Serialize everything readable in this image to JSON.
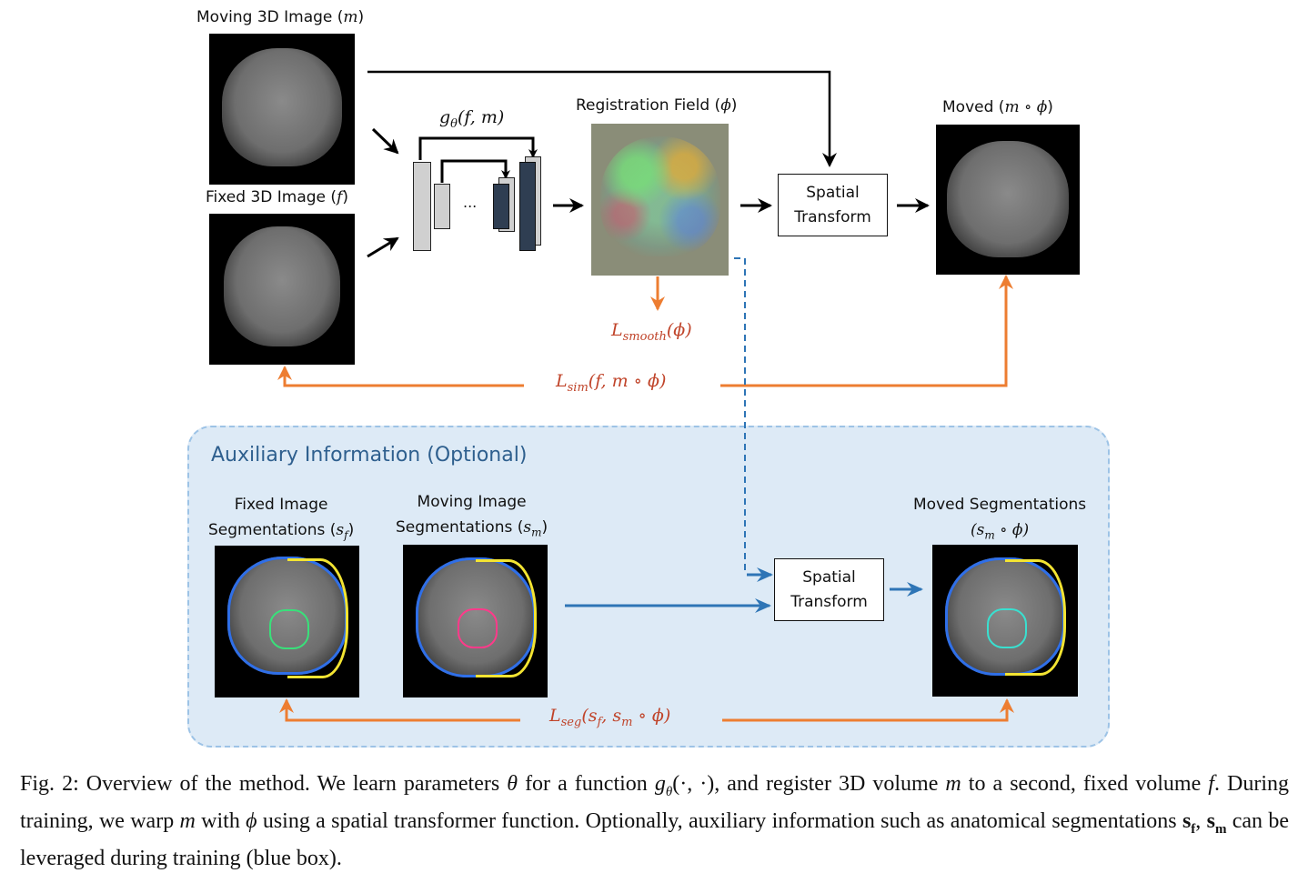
{
  "figure": {
    "moving_image": {
      "label": "Moving 3D Image",
      "symbol": "m"
    },
    "fixed_image": {
      "label": "Fixed 3D Image",
      "symbol": "f"
    },
    "network": {
      "label_func": "g",
      "label_sub": "θ",
      "label_args": "(f, m)",
      "ellipsis": "..."
    },
    "registration_field": {
      "label": "Registration Field",
      "symbol": "ϕ"
    },
    "spatial_transform_top": {
      "line1": "Spatial",
      "line2": "Transform"
    },
    "moved_image": {
      "label": "Moved",
      "symbol": "m ∘ ϕ"
    },
    "loss_smooth": {
      "base": "L",
      "sub": "smooth",
      "args": "(ϕ)"
    },
    "loss_sim": {
      "base": "L",
      "sub": "sim",
      "args": "(f, m ∘ ϕ)"
    },
    "aux": {
      "title": "Auxiliary Information (Optional)",
      "fixed_seg": {
        "line1": "Fixed Image",
        "line2": "Segmentations",
        "symbol_base": "s",
        "symbol_sub": "f"
      },
      "moving_seg": {
        "line1": "Moving Image",
        "line2": "Segmentations",
        "symbol_base": "s",
        "symbol_sub": "m"
      },
      "spatial_transform": {
        "line1": "Spatial",
        "line2": "Transform"
      },
      "moved_seg": {
        "line1": "Moved Segmentations",
        "line2": "(s",
        "line2_sub": "m",
        "line2_rest": " ∘ ϕ)"
      },
      "loss_seg": {
        "base": "L",
        "sub": "seg",
        "args_open": "(s",
        "args_sub1": "f",
        "args_mid": ", s",
        "args_sub2": "m",
        "args_close": " ∘ ϕ)"
      }
    },
    "colors": {
      "orange_arrow": "#ed7d31",
      "loss_text": "#c0442a",
      "blue_arrow": "#2e75b6",
      "aux_fill": "#ddeaf6",
      "aux_border": "#9dc3e6",
      "aux_title": "#2e5f8e",
      "encoder_block": "#d0d0d0",
      "decoder_block": "#2f3e52"
    }
  },
  "caption": {
    "prefix": "Fig. 2: Overview of the method. We learn parameters ",
    "theta": "θ",
    "p1": " for a function ",
    "g": "g",
    "gsub": "θ",
    "gargs": "(·, ·)",
    "p2": ", and register 3D volume ",
    "m1": "m",
    "p3": " to a second, fixed volume ",
    "f1": "f",
    "p4": ". During training, we warp ",
    "m2": "m",
    "p5": " with ",
    "phi": "ϕ",
    "p6": " using a spatial transformer function. Optionally, auxiliary information such as anatomical segmentations ",
    "sf": "s",
    "sf_sub": "f",
    "comma": ", ",
    "sm": "s",
    "sm_sub": "m",
    "p7": " can be leveraged during training (blue box)."
  }
}
